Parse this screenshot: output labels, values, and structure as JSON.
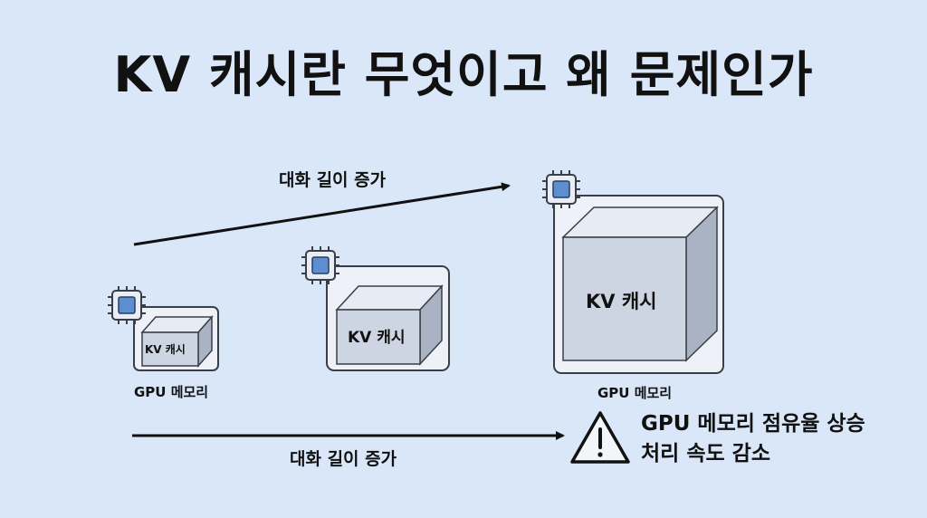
{
  "title": "KV 캐시란 무엇이고 왜 문제인가",
  "arrows": {
    "top_label": "대화 길이 증가",
    "bottom_label": "대화 길이 증가"
  },
  "stages": [
    {
      "cache_label": "KV 캐시",
      "memory_label": "GPU 메모리"
    },
    {
      "cache_label": "KV 캐시"
    },
    {
      "cache_label": "KV 캐시",
      "memory_label": "GPU 메모리"
    }
  ],
  "warning": {
    "icon": "warning-icon",
    "line1": "GPU 메모리 점유율 상승",
    "line2": "처리 속도 감소"
  },
  "colors": {
    "background": "#d9e7f8",
    "cube_front": "#cdd5e3",
    "cube_top": "#e6ebf4",
    "cube_side": "#a9b3c3",
    "chip": "#5d8fd0"
  }
}
